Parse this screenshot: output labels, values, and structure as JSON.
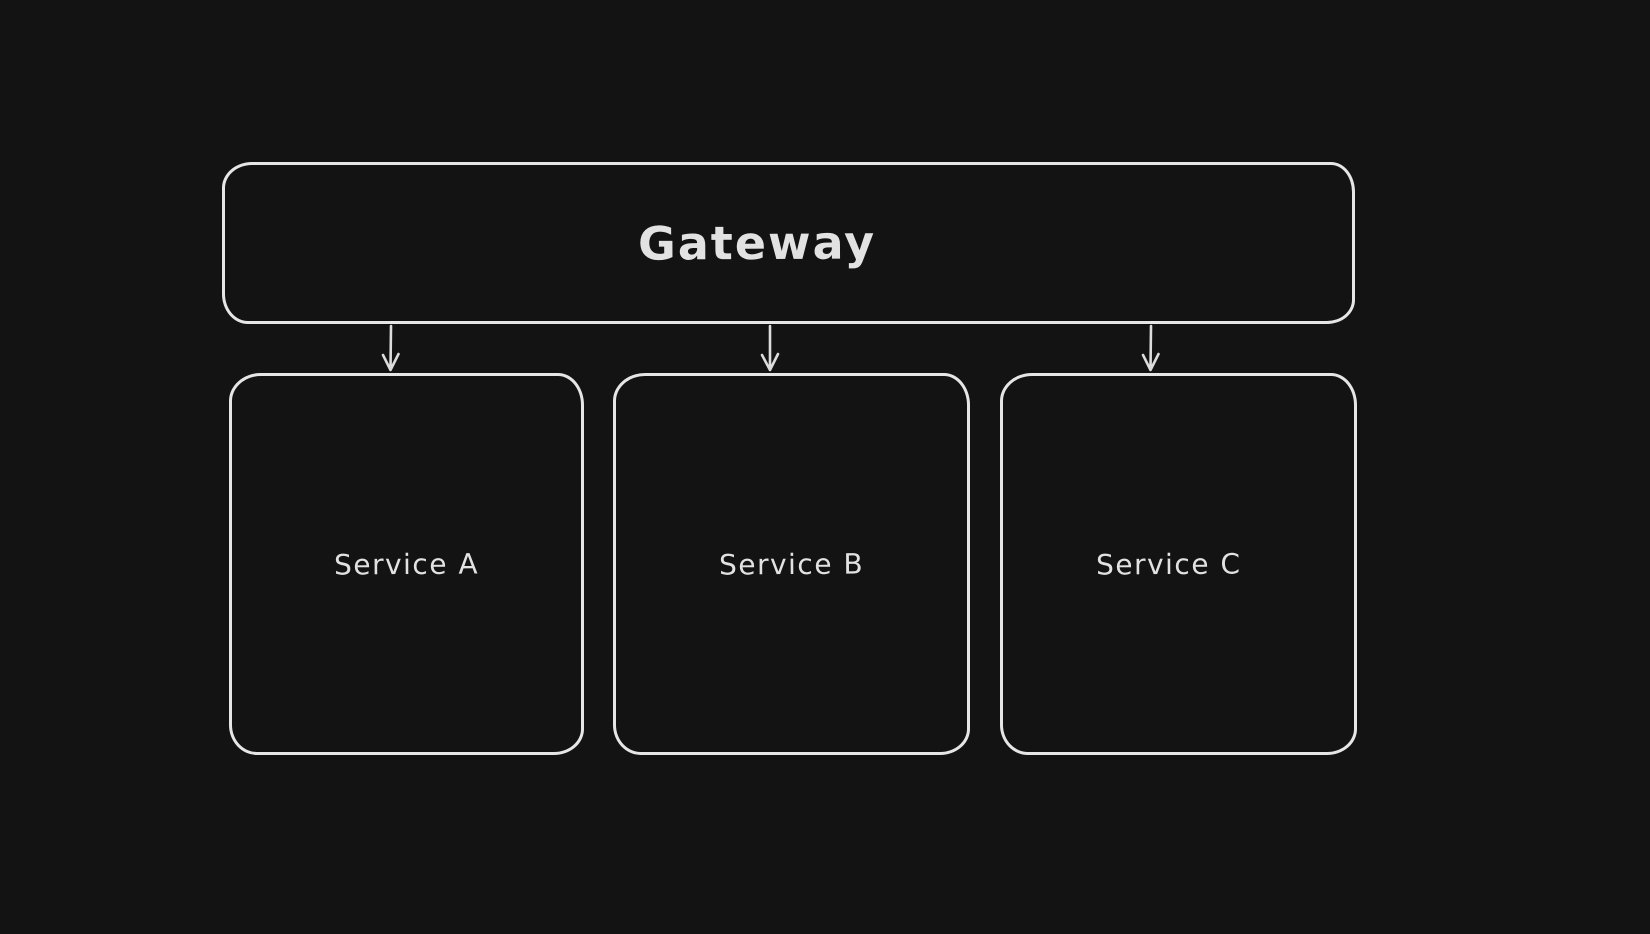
{
  "canvas": {
    "background_color": "#131313",
    "stroke_color": "#e6e6e6",
    "text_color": "#e2e2e2"
  },
  "diagram": {
    "nodes": [
      {
        "id": "gateway",
        "label": "Gateway",
        "shape": "rounded-rectangle"
      },
      {
        "id": "service-a",
        "label": "Service A",
        "shape": "rounded-rectangle"
      },
      {
        "id": "service-b",
        "label": "Service B",
        "shape": "rounded-rectangle"
      },
      {
        "id": "service-c",
        "label": "Service C",
        "shape": "rounded-rectangle"
      }
    ],
    "edges": [
      {
        "from": "gateway",
        "to": "service-a",
        "type": "arrow"
      },
      {
        "from": "gateway",
        "to": "service-b",
        "type": "arrow"
      },
      {
        "from": "gateway",
        "to": "service-c",
        "type": "arrow"
      }
    ]
  }
}
